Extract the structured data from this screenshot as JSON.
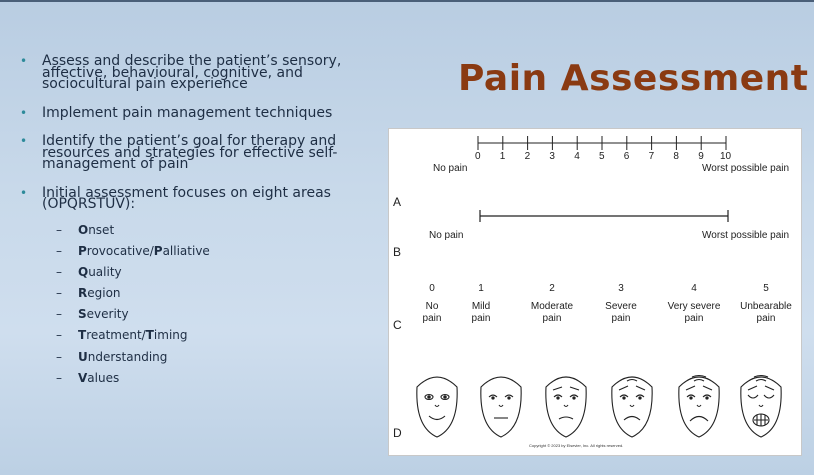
{
  "slide": {
    "title": "Pain Assessment",
    "bullets": [
      "Assess and describe the patient’s sensory, affective, behavioural, cognitive, and sociocultural pain experience",
      "Implement pain management techniques",
      "Identify the patient’s goal for therapy and resources and strategies for effective self-management of pain",
      "Initial assessment focuses on eight areas (OPQRSTUV):"
    ],
    "opqrstuv": [
      {
        "parts": [
          {
            "t": "O",
            "b": true
          },
          {
            "t": "nset",
            "b": false
          }
        ]
      },
      {
        "parts": [
          {
            "t": "P",
            "b": true
          },
          {
            "t": "rovocative/",
            "b": false
          },
          {
            "t": "P",
            "b": true
          },
          {
            "t": "alliative",
            "b": false
          }
        ]
      },
      {
        "parts": [
          {
            "t": "Q",
            "b": true
          },
          {
            "t": "uality",
            "b": false
          }
        ]
      },
      {
        "parts": [
          {
            "t": "R",
            "b": true
          },
          {
            "t": "egion",
            "b": false
          }
        ]
      },
      {
        "parts": [
          {
            "t": "S",
            "b": true
          },
          {
            "t": "everity",
            "b": false
          }
        ]
      },
      {
        "parts": [
          {
            "t": "T",
            "b": true
          },
          {
            "t": "reatment/",
            "b": false
          },
          {
            "t": "T",
            "b": true
          },
          {
            "t": "iming",
            "b": false
          }
        ]
      },
      {
        "parts": [
          {
            "t": "U",
            "b": true
          },
          {
            "t": "nderstanding",
            "b": false
          }
        ]
      },
      {
        "parts": [
          {
            "t": "V",
            "b": true
          },
          {
            "t": "alues",
            "b": false
          }
        ]
      }
    ]
  },
  "figure": {
    "letters": [
      "A",
      "B",
      "C",
      "D"
    ],
    "scale_a": {
      "ticks": [
        "0",
        "1",
        "2",
        "3",
        "4",
        "5",
        "6",
        "7",
        "8",
        "9",
        "10"
      ],
      "left_label": "No pain",
      "right_label": "Worst possible pain"
    },
    "scale_b": {
      "left_label": "No pain",
      "right_label": "Worst possible pain"
    },
    "scale_c": [
      {
        "num": "0",
        "desc": "No\npain"
      },
      {
        "num": "1",
        "desc": "Mild\npain"
      },
      {
        "num": "2",
        "desc": "Moderate\npain"
      },
      {
        "num": "3",
        "desc": "Severe\npain"
      },
      {
        "num": "4",
        "desc": "Very severe\npain"
      },
      {
        "num": "5",
        "desc": "Unbearable\npain"
      }
    ],
    "copyright": "Copyright © 2023 by Elsevier, Inc. All rights reserved."
  },
  "colors": {
    "title": "#8a3a12",
    "bullet_marker": "#2d8a9a",
    "text": "#1e2e44"
  }
}
